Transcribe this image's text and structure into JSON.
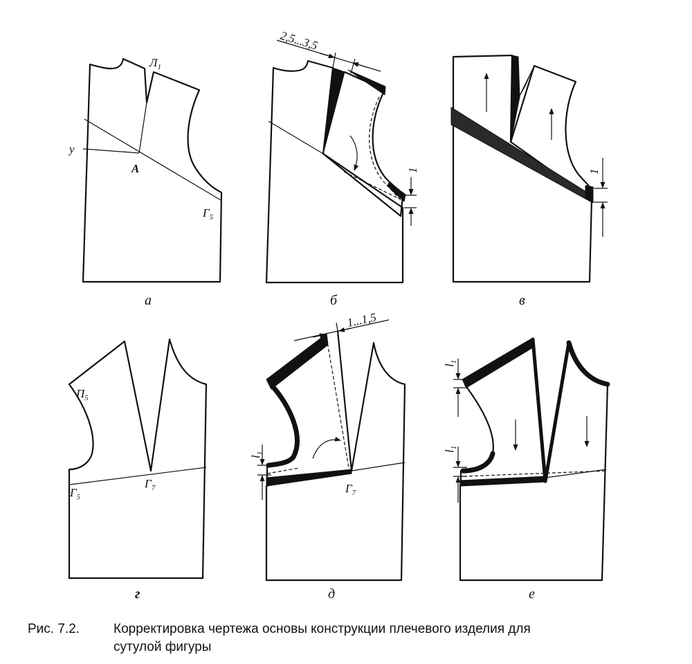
{
  "colors": {
    "ink": "#111111",
    "paper": "#ffffff",
    "band": "#2a2a2a"
  },
  "panels": {
    "a": {
      "label": "а",
      "L1": {
        "main": "Л",
        "sub": "1"
      },
      "y": "у",
      "A": "А",
      "G5": {
        "main": "Г",
        "sub": "5"
      }
    },
    "b": {
      "label": "б",
      "dim": "2,5...3,5",
      "one": "1"
    },
    "v": {
      "label": "в",
      "one": "1"
    },
    "g": {
      "label": "г",
      "P5": {
        "main": "П",
        "sub": "5"
      },
      "G5": {
        "main": "Г",
        "sub": "5"
      },
      "G7": {
        "main": "Г",
        "sub": "7"
      }
    },
    "d": {
      "label": "д",
      "dim": "1...1,5",
      "l1": {
        "main": "l",
        "sub": "1"
      },
      "G7": {
        "main": "Г",
        "sub": "7"
      }
    },
    "e": {
      "label": "е",
      "l1_top": {
        "main": "l",
        "sub": "1"
      },
      "l1_bottom": {
        "main": "l",
        "sub": "1"
      }
    }
  },
  "caption": {
    "number": "Рис. 7.2.",
    "line1": "Корректировка чертежа основы конструкции плечевого изделия для",
    "line2": "сутулой фигуры"
  }
}
